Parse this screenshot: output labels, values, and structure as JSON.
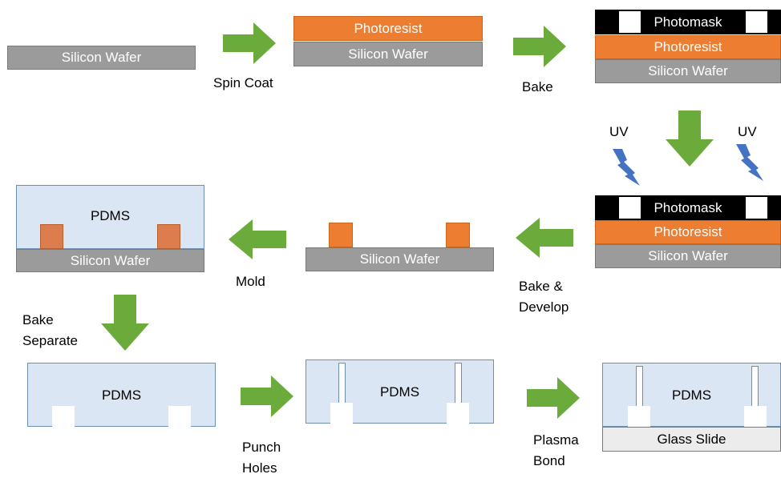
{
  "labels": {
    "silicon_wafer": "Silicon Wafer",
    "photoresist": "Photoresist",
    "photomask": "Photomask",
    "pdms": "PDMS",
    "glass_slide": "Glass Slide"
  },
  "steps": {
    "spin_coat": "Spin Coat",
    "bake": "Bake",
    "uv_left": "UV",
    "uv_right": "UV",
    "bake_develop_line1": "Bake &",
    "bake_develop_line2": "Develop",
    "mold": "Mold",
    "bake_separate_line1": "Bake",
    "bake_separate_line2": "Separate",
    "punch_holes_line1": "Punch",
    "punch_holes_line2": "Holes",
    "plasma_bond_line1": "Plasma",
    "plasma_bond_line2": "Bond"
  },
  "colors": {
    "arrow_green": "#6aab3c",
    "uv_bolt_blue": "#4472c4",
    "wafer_gray": "#9b9b9b",
    "photoresist_orange": "#ed7d31",
    "pdms_blue": "#dae6f4"
  }
}
